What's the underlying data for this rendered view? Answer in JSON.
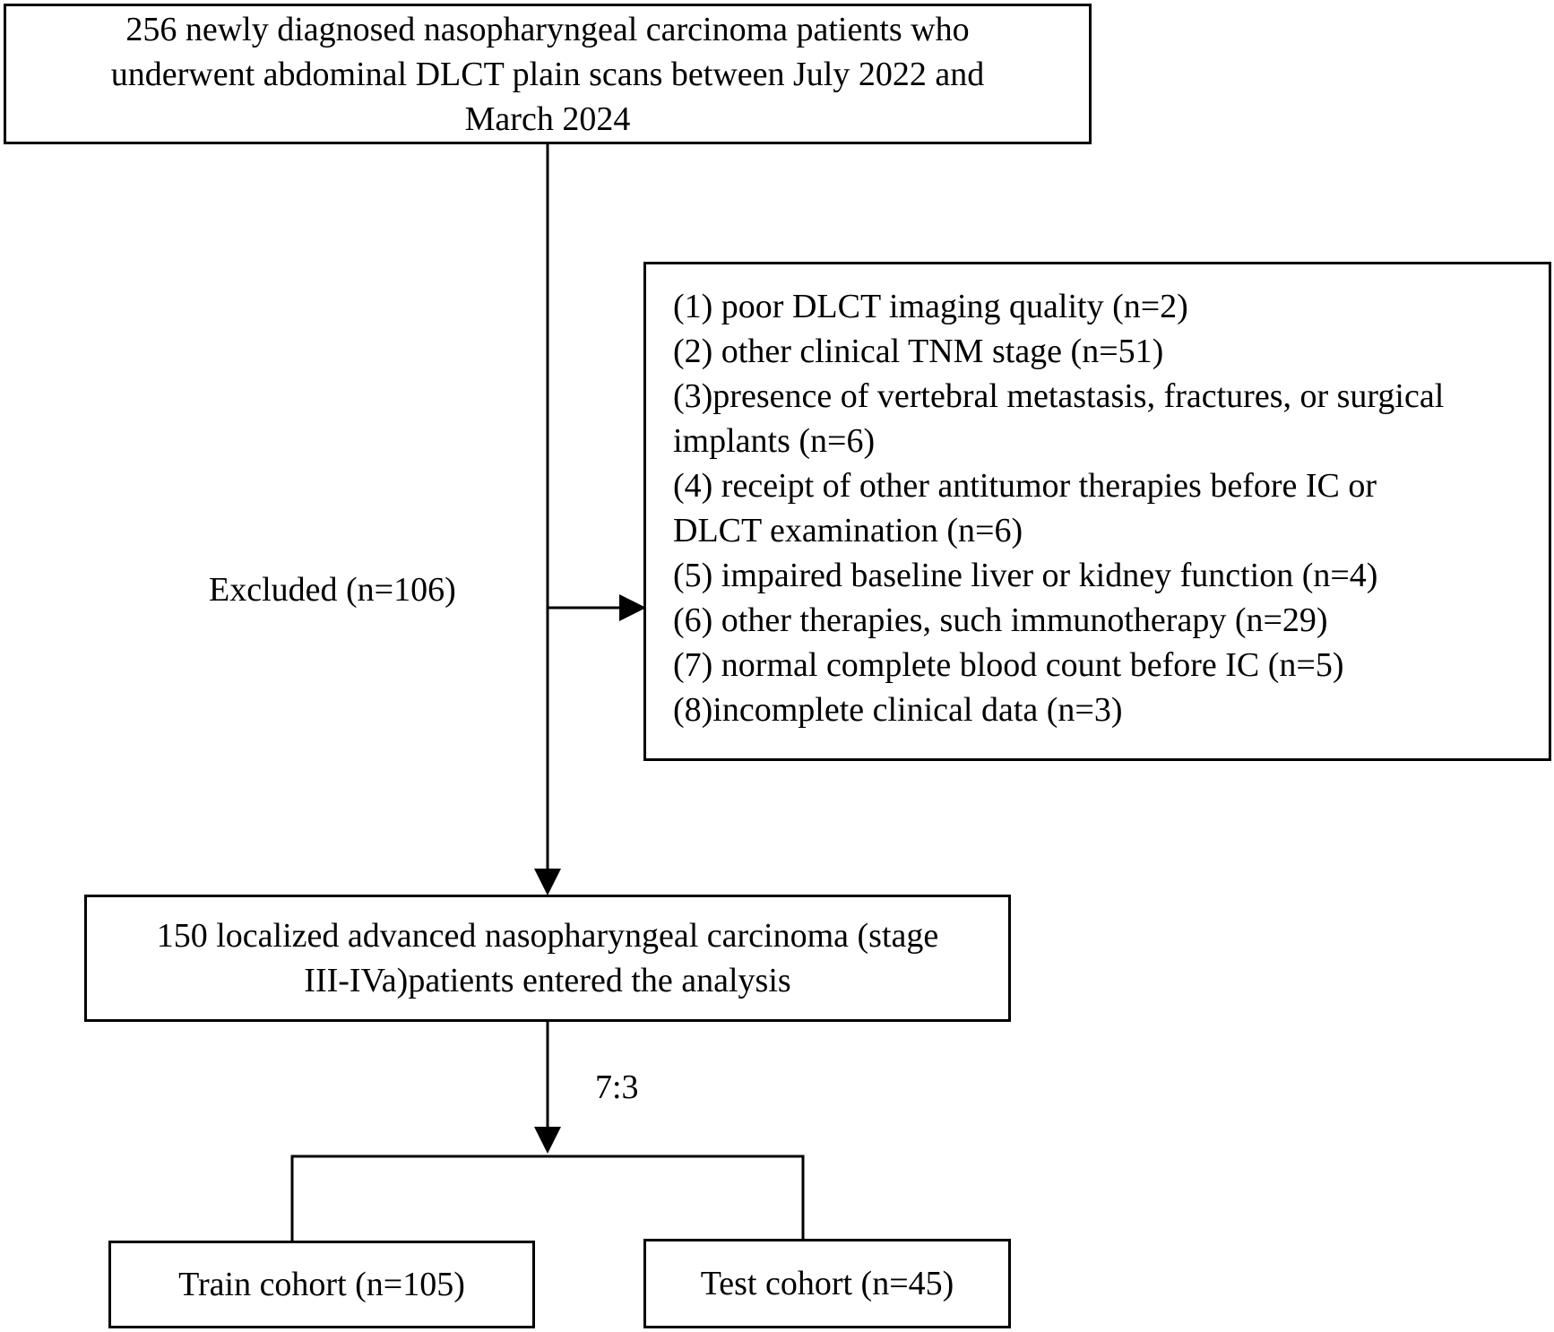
{
  "boxes": {
    "start": {
      "line1": "256 newly diagnosed nasopharyngeal carcinoma patients who",
      "line2": "underwent abdominal DLCT plain scans between July 2022 and",
      "line3": "March 2024"
    },
    "analysis": {
      "line1": "150 localized advanced nasopharyngeal carcinoma (stage",
      "line2": "III-IVa)patients entered the analysis"
    },
    "train": {
      "label": "Train cohort (n=105)"
    },
    "test": {
      "label": "Test cohort (n=45)"
    }
  },
  "labels": {
    "excluded": "Excluded (n=106)",
    "split_ratio": "7:3"
  },
  "exclusions": {
    "lines": [
      "(1) poor DLCT imaging quality (n=2)",
      "(2) other clinical TNM stage (n=51)",
      "(3)presence of vertebral metastasis, fractures, or surgical",
      "implants (n=6)",
      "(4) receipt of other antitumor therapies before IC or",
      "DLCT examination (n=6)",
      "(5) impaired baseline liver or kidney function (n=4)",
      "(6) other therapies, such immunotherapy (n=29)",
      "(7) normal complete blood count before IC (n=5)",
      "(8)incomplete clinical data (n=3)"
    ]
  }
}
